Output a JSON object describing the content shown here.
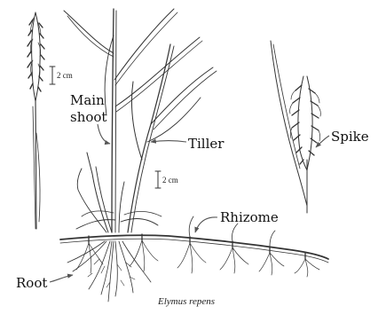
{
  "caption": "Elymus repens",
  "labels": {
    "main_shoot_line1": "Main",
    "main_shoot_line2": "shoot",
    "tiller": "Tiller",
    "spike": "Spike",
    "rhizome": "Rhizome",
    "root": "Root"
  },
  "scale_bars": {
    "left": "2 cm",
    "center": "2 cm"
  }
}
